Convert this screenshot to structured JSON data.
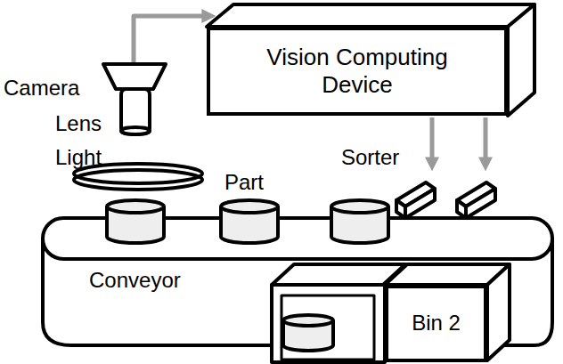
{
  "diagram": {
    "nodes": [
      {
        "text": [
          "Vision Computing Device"
        ]
      },
      {
        "text": [
          "Bin 2"
        ]
      }
    ],
    "labels": [
      "Camera",
      "Lens",
      "Light",
      "Part",
      "Sorter",
      "Conveyor"
    ]
  }
}
